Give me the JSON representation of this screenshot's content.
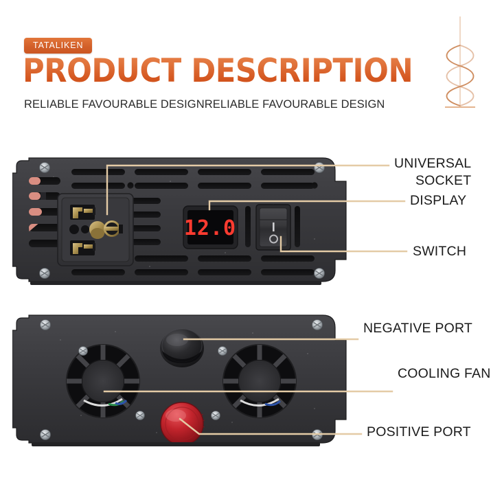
{
  "header": {
    "brand_badge": "TATALIKEN",
    "title": "PRODUCT DESCRIPTION",
    "subtitle": "RELIABLE FAVOURABLE DESIGNRELIABLE FAVOURABLE DESIGN",
    "badge_color": "#d3602a",
    "title_color": "#db6a2e",
    "decoration": "spiral-wave-line"
  },
  "figures": {
    "top": {
      "name": "inverter-front-panel",
      "display_value": "12.0",
      "display_color": "#ff3b30",
      "switch_on_mark": "I",
      "switch_off_mark": "O"
    },
    "bottom": {
      "name": "inverter-rear-panel"
    }
  },
  "callouts": [
    {
      "id": "universal-socket",
      "line1": "UNIVERSAL",
      "line2": "SOCKET"
    },
    {
      "id": "display",
      "line1": "DISPLAY",
      "line2": ""
    },
    {
      "id": "switch",
      "line1": "SWITCH",
      "line2": ""
    },
    {
      "id": "negative-port",
      "line1": "NEGATIVE PORT",
      "line2": ""
    },
    {
      "id": "cooling-fan",
      "line1": "COOLING FAN",
      "line2": ""
    },
    {
      "id": "positive-port",
      "line1": "POSITIVE PORT",
      "line2": ""
    }
  ],
  "colors": {
    "leader_line": "#e4cba6",
    "body_dark": "#3a3a3c",
    "accent_orange": "#d3602a",
    "terminal_negative": "#191919",
    "terminal_positive": "#c22026"
  }
}
